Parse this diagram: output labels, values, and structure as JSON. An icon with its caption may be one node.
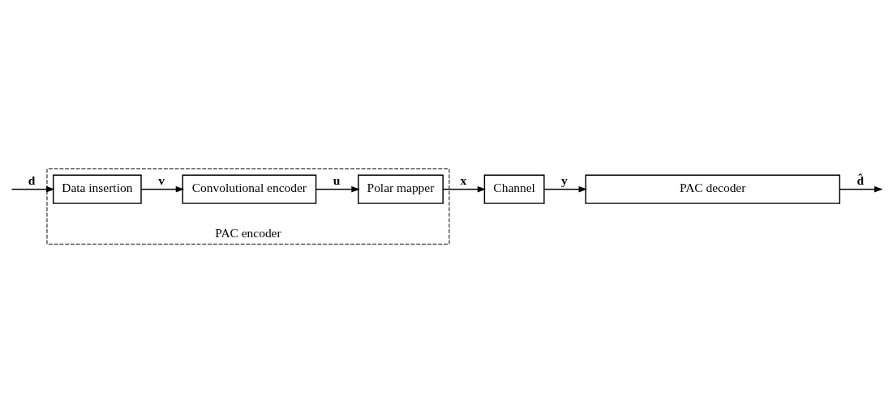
{
  "diagram": {
    "nodes": [
      {
        "text": [
          "PAC encoder"
        ]
      },
      {
        "text": [
          "Data insertion"
        ],
        "in": 0
      },
      {
        "text": [
          "Convolutional encoder"
        ],
        "in": 0
      },
      {
        "text": [
          "Polar mapper"
        ],
        "in": 0
      },
      {
        "text": [
          "Channel"
        ]
      },
      {
        "text": [
          "PAC decoder"
        ]
      }
    ],
    "edges": [
      {
        "from": null,
        "to": 1,
        "arrow": "to",
        "label": "d"
      },
      {
        "from": 1,
        "to": 2,
        "arrow": "to",
        "label": "v"
      },
      {
        "from": 2,
        "to": 3,
        "arrow": "to",
        "label": "u"
      },
      {
        "from": 3,
        "to": 4,
        "arrow": "to",
        "label": "x"
      },
      {
        "from": 4,
        "to": 5,
        "arrow": "to",
        "label": "y"
      },
      {
        "from": 5,
        "to": null,
        "arrow": "to",
        "label": "d̂"
      }
    ]
  }
}
